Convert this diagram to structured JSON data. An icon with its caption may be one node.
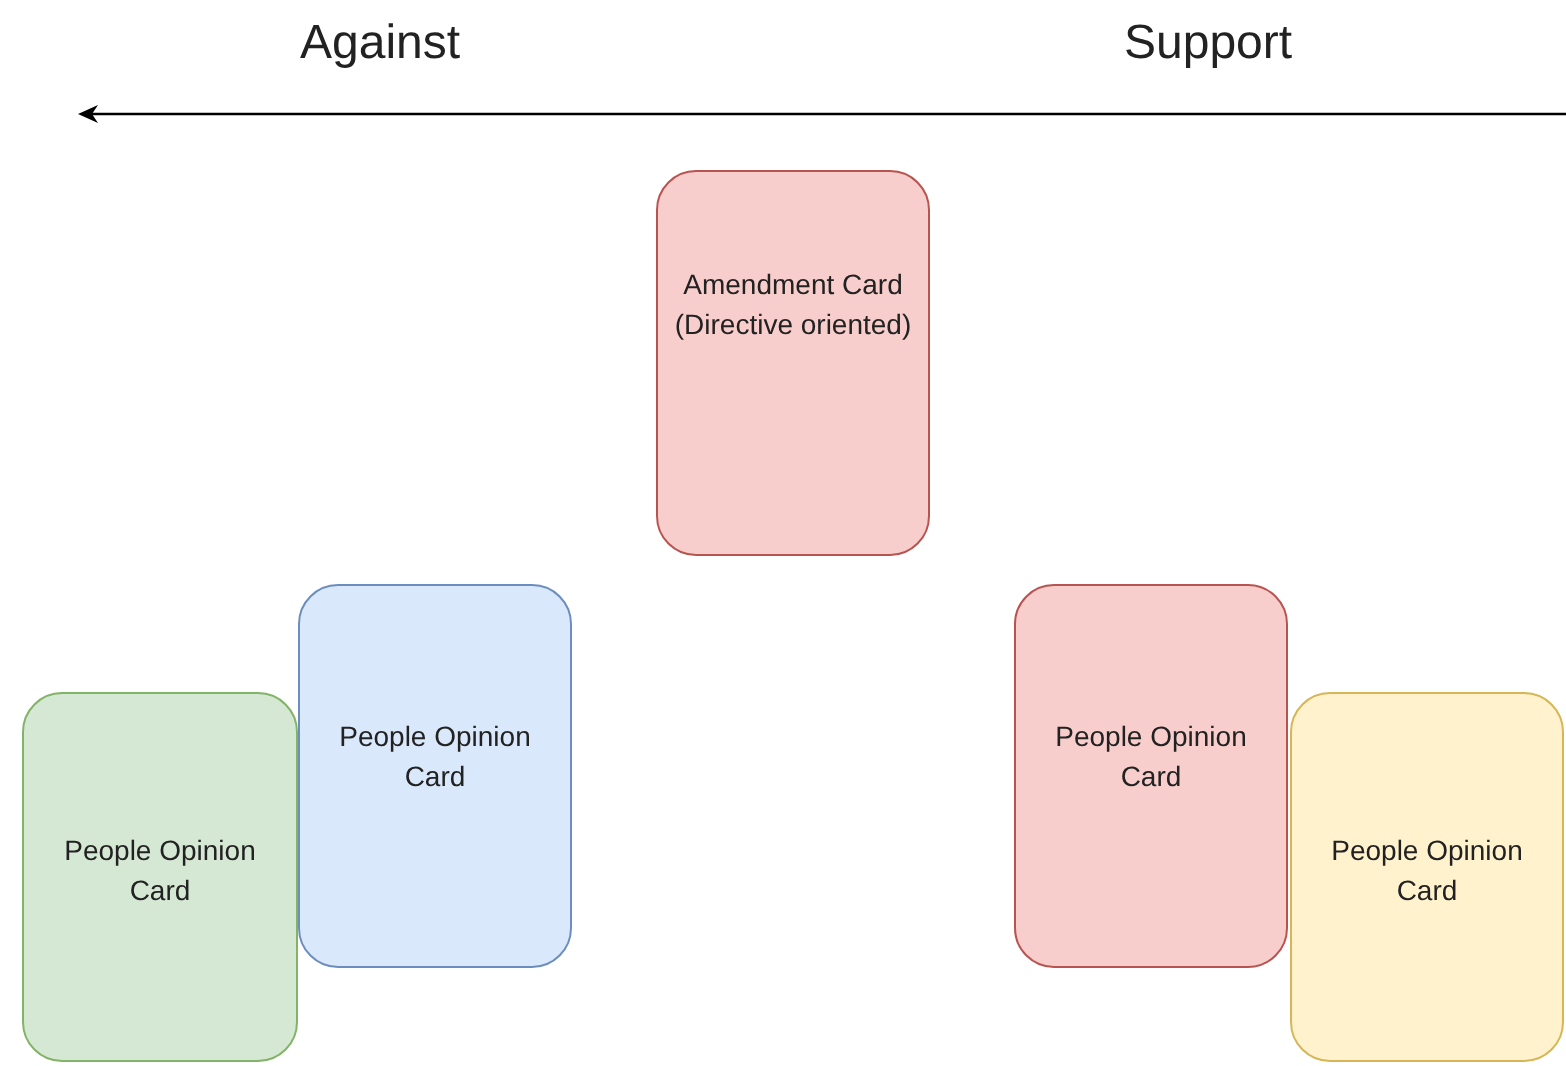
{
  "diagram": {
    "nodes": [
      {
        "text": [
          "Amendment Card (Directive oriented)"
        ]
      },
      {
        "text": [
          "People Opinion Card"
        ]
      },
      {
        "text": [
          "People Opinion Card"
        ]
      },
      {
        "text": [
          "People Opinion Card"
        ]
      },
      {
        "text": [
          "People Opinion Card"
        ]
      }
    ],
    "labels": [
      "Against",
      "Support"
    ]
  }
}
